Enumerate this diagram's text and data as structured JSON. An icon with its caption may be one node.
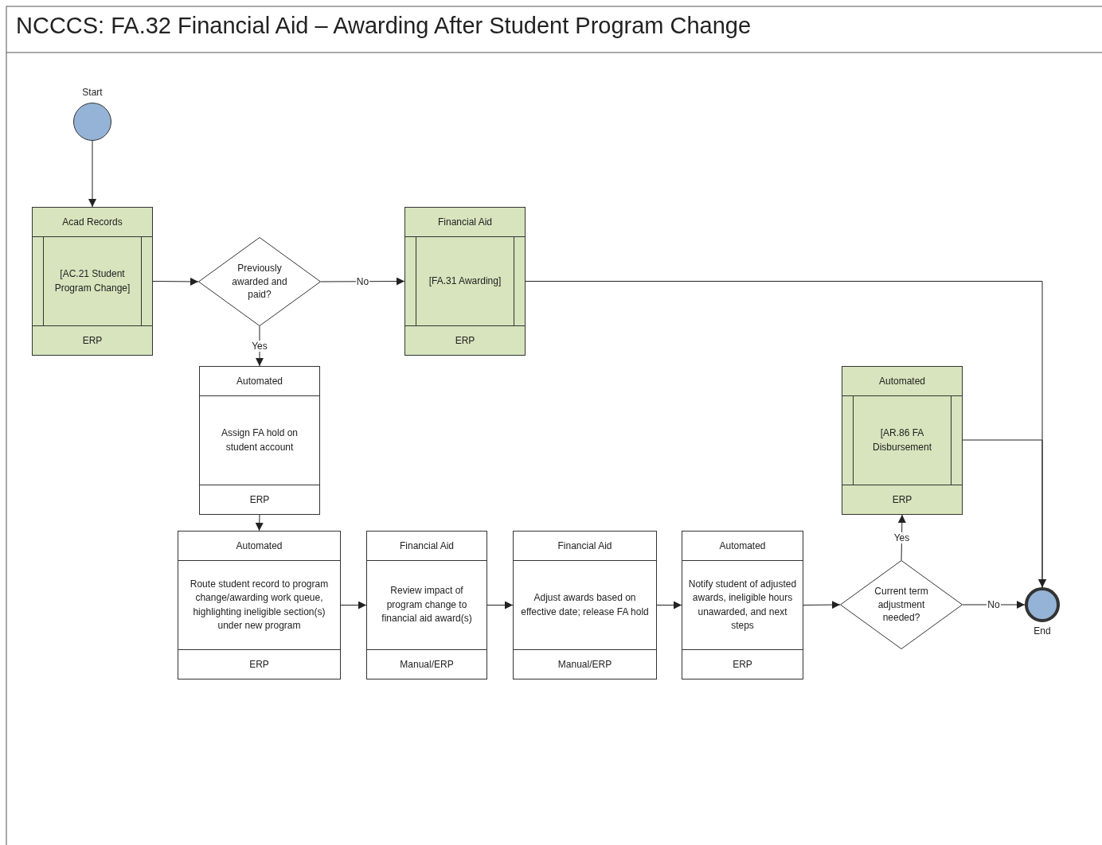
{
  "diagram": {
    "title": "NCCCS: FA.32 Financial Aid – Awarding After Student Program Change",
    "nodes": [
      {
        "text": [
          "Start"
        ]
      },
      {
        "text": [
          "Acad Records",
          "[AC.21 Student Program Change]",
          "ERP"
        ]
      },
      {
        "text": [
          "Previously awarded and paid?"
        ]
      },
      {
        "text": [
          "Financial Aid",
          "[FA.31 Awarding]",
          "ERP"
        ]
      },
      {
        "text": [
          "Automated",
          "Assign FA hold on student account",
          "ERP"
        ]
      },
      {
        "text": [
          "Automated",
          "Route student record to program change/awarding work queue, highlighting ineligible section(s) under new program",
          "ERP"
        ]
      },
      {
        "text": [
          "Financial Aid",
          "Review impact of program change to financial aid award(s)",
          "Manual/ERP"
        ]
      },
      {
        "text": [
          "Financial Aid",
          "Adjust awards based on effective date; release FA hold",
          "Manual/ERP"
        ]
      },
      {
        "text": [
          "Automated",
          "Notify student of adjusted awards, ineligible hours unawarded, and next steps",
          "ERP"
        ]
      },
      {
        "text": [
          "Current term adjustment needed?"
        ]
      },
      {
        "text": [
          "Automated",
          "[AR.86 FA Disbursement",
          "ERP"
        ]
      },
      {
        "text": [
          "End"
        ]
      }
    ],
    "edges": [
      {
        "from": 0,
        "to": 1,
        "arrow": "to"
      },
      {
        "from": 1,
        "to": 2,
        "arrow": "to"
      },
      {
        "from": 2,
        "to": 3,
        "arrow": "to",
        "label": "No"
      },
      {
        "from": 2,
        "to": 4,
        "arrow": "to",
        "label": "Yes"
      },
      {
        "from": 4,
        "to": 5,
        "arrow": "to"
      },
      {
        "from": 5,
        "to": 6,
        "arrow": "to"
      },
      {
        "from": 6,
        "to": 7,
        "arrow": "to"
      },
      {
        "from": 7,
        "to": 8,
        "arrow": "to"
      },
      {
        "from": 8,
        "to": 9,
        "arrow": "to"
      },
      {
        "from": 9,
        "to": 10,
        "arrow": "to",
        "label": "Yes"
      },
      {
        "from": 9,
        "to": 11,
        "arrow": "to",
        "label": "No"
      },
      {
        "from": 3,
        "to": 11,
        "arrow": "to"
      },
      {
        "from": 10,
        "to": 11,
        "arrow": "to"
      }
    ]
  }
}
